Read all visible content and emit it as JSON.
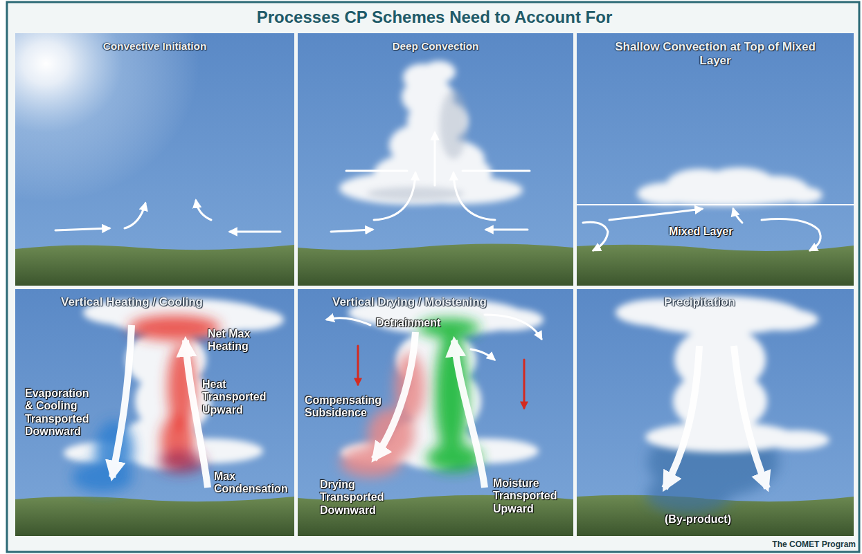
{
  "diagram": {
    "title": "Processes CP Schemes Need to Account For",
    "nodes": [
      {
        "text": [
          "Convective Initiation"
        ]
      },
      {
        "text": [
          "Deep Convection"
        ]
      },
      {
        "text": [
          "Shallow Convection at Top of Mixed Layer"
        ]
      },
      {
        "text": [
          "Vertical Heating / Cooling"
        ]
      },
      {
        "text": [
          "Vertical Drying / Moistening"
        ]
      },
      {
        "text": [
          "Precipitation"
        ]
      }
    ],
    "labels": [
      "Mixed Layer",
      "Net Max Heating",
      "Heat Transported Upward",
      "Max Condensation",
      "Evaporation & Cooling Transported Downward",
      "Detrainment",
      "Compensating Subsidence",
      "Drying Transported Downward",
      "Moisture Transported Upward",
      "(By-product)",
      "The COMET Program"
    ]
  }
}
